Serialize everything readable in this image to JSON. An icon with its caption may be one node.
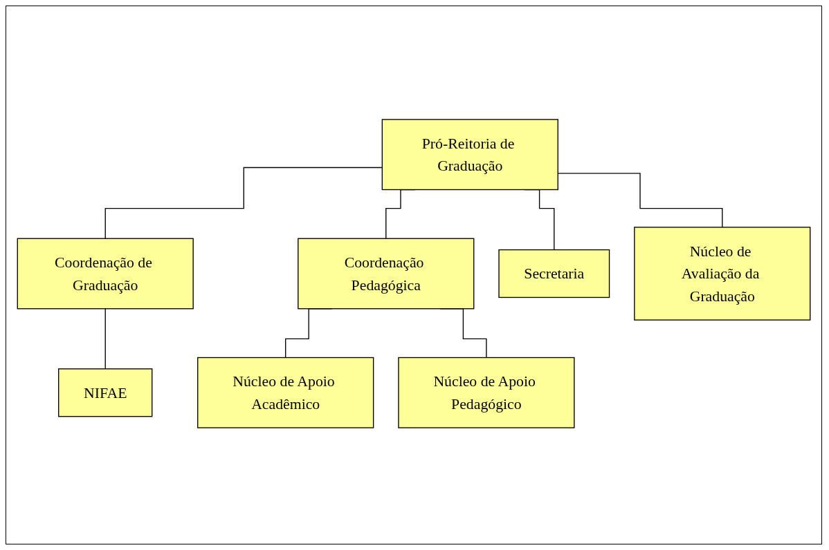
{
  "diagram": {
    "nodes": [
      {
        "text": [
          "Pró-Reitoria de Graduação"
        ]
      },
      {
        "text": [
          "Coordenação de Graduação"
        ]
      },
      {
        "text": [
          "Coordenação Pedagógica"
        ]
      },
      {
        "text": [
          "NIFAE"
        ]
      },
      {
        "text": [
          "Núcleo de Apoio Acadêmico"
        ]
      },
      {
        "text": [
          "Secretaria"
        ]
      },
      {
        "text": [
          "Núcleo de Apoio Pedagógico"
        ]
      },
      {
        "text": [
          "Núcleo de Avaliação da Graduação"
        ]
      }
    ],
    "edges": [
      {
        "from": 0,
        "to": 1,
        "arrow": "none"
      },
      {
        "from": 0,
        "to": 2,
        "arrow": "none"
      },
      {
        "from": 1,
        "to": 3,
        "arrow": "none"
      },
      {
        "from": 2,
        "to": 4,
        "arrow": "none"
      },
      {
        "from": 2,
        "to": 6,
        "arrow": "none"
      },
      {
        "from": 0,
        "to": 5,
        "arrow": "none"
      },
      {
        "from": 0,
        "to": 7,
        "arrow": "none"
      }
    ]
  }
}
